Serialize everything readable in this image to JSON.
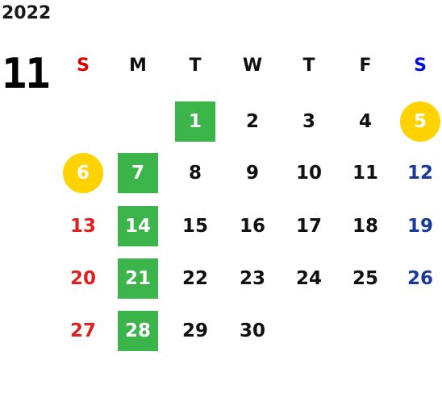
{
  "year": "2022",
  "month": "11",
  "weekdays": [
    {
      "label": "S",
      "type": "sun"
    },
    {
      "label": "M",
      "type": ""
    },
    {
      "label": "T",
      "type": ""
    },
    {
      "label": "W",
      "type": ""
    },
    {
      "label": "T",
      "type": ""
    },
    {
      "label": "F",
      "type": ""
    },
    {
      "label": "S",
      "type": "sat"
    }
  ],
  "weeks": [
    [
      null,
      null,
      {
        "d": "1",
        "hl": "green"
      },
      {
        "d": "2"
      },
      {
        "d": "3"
      },
      {
        "d": "4"
      },
      {
        "d": "5",
        "hl": "yellow"
      }
    ],
    [
      {
        "d": "6",
        "hl": "yellow"
      },
      {
        "d": "7",
        "hl": "green"
      },
      {
        "d": "8"
      },
      {
        "d": "9"
      },
      {
        "d": "10"
      },
      {
        "d": "11"
      },
      {
        "d": "12"
      }
    ],
    [
      {
        "d": "13"
      },
      {
        "d": "14",
        "hl": "green"
      },
      {
        "d": "15"
      },
      {
        "d": "16"
      },
      {
        "d": "17"
      },
      {
        "d": "18"
      },
      {
        "d": "19"
      }
    ],
    [
      {
        "d": "20"
      },
      {
        "d": "21",
        "hl": "green"
      },
      {
        "d": "22"
      },
      {
        "d": "23"
      },
      {
        "d": "24"
      },
      {
        "d": "25"
      },
      {
        "d": "26"
      }
    ],
    [
      {
        "d": "27"
      },
      {
        "d": "28",
        "hl": "green"
      },
      {
        "d": "29"
      },
      {
        "d": "30"
      },
      null,
      null,
      null
    ]
  ],
  "colors": {
    "green_highlight": "#3bb54a",
    "yellow_highlight": "#ffd200",
    "sunday": "#e02020",
    "saturday": "#1a3a9a"
  }
}
